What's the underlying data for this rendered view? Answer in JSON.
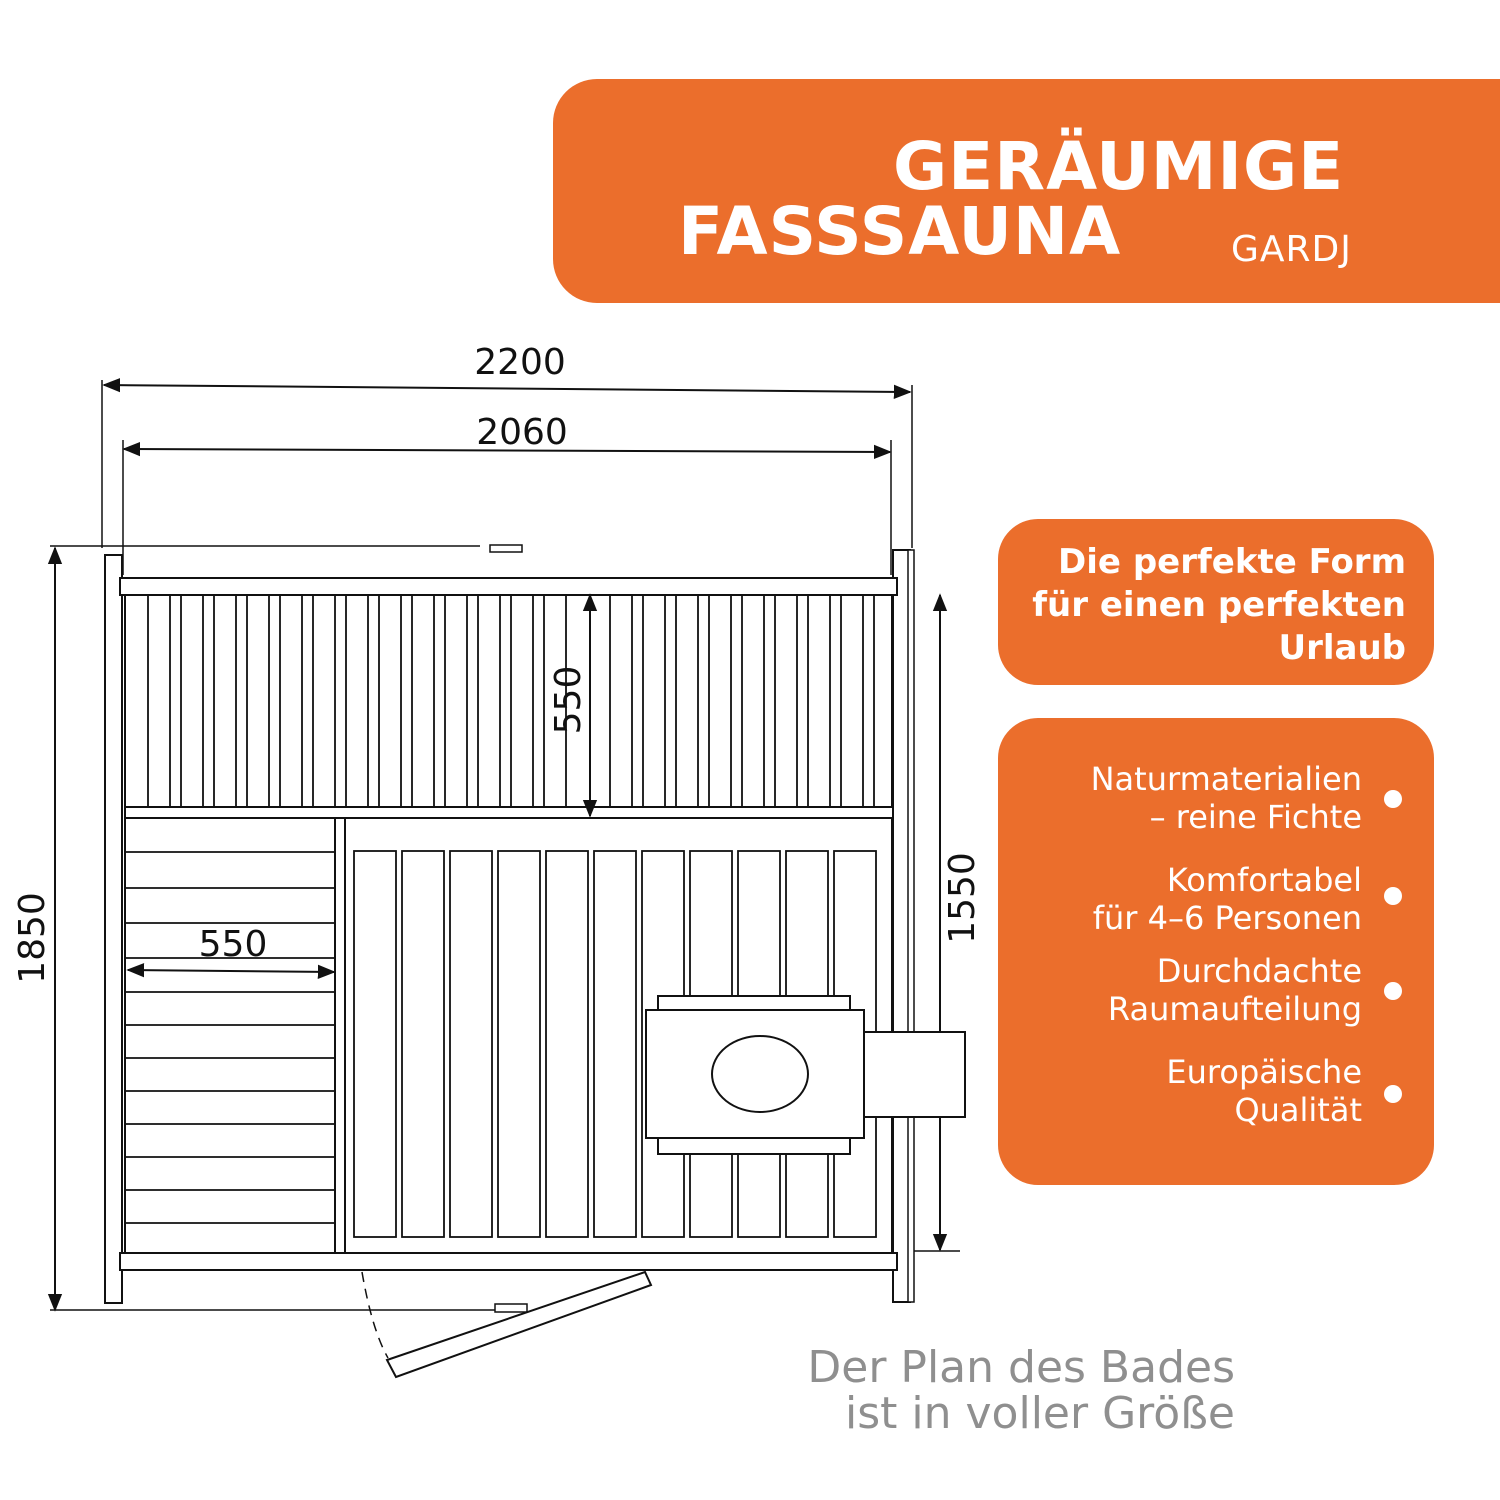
{
  "header": {
    "title_line1": "GERÄUMIGE",
    "title_line2": "FASSSAUNA",
    "brand": "GARDJ"
  },
  "slogan": {
    "lines": [
      "Die perfekte Form",
      "für einen perfekten",
      "Urlaub"
    ]
  },
  "features": [
    {
      "line1": "Naturmaterialien",
      "line2": "– reine Fichte"
    },
    {
      "line1": "Komfortabel",
      "line2": "für 4–6 Personen"
    },
    {
      "line1": "Durchdachte",
      "line2": "Raumaufteilung"
    },
    {
      "line1": "Europäische",
      "line2": "Qualität"
    }
  ],
  "dimensions": {
    "outer_width": "2200",
    "inner_width": "2060",
    "outer_height": "1850",
    "inner_height": "1550",
    "bench_depth": "550",
    "side_bench_width": "550"
  },
  "caption": {
    "line1": "Der Plan des Bades",
    "line2": "ist in voller Größe"
  },
  "colors": {
    "accent": "#EB6E2C",
    "caption": "#8F8F8F",
    "line": "#111111"
  }
}
